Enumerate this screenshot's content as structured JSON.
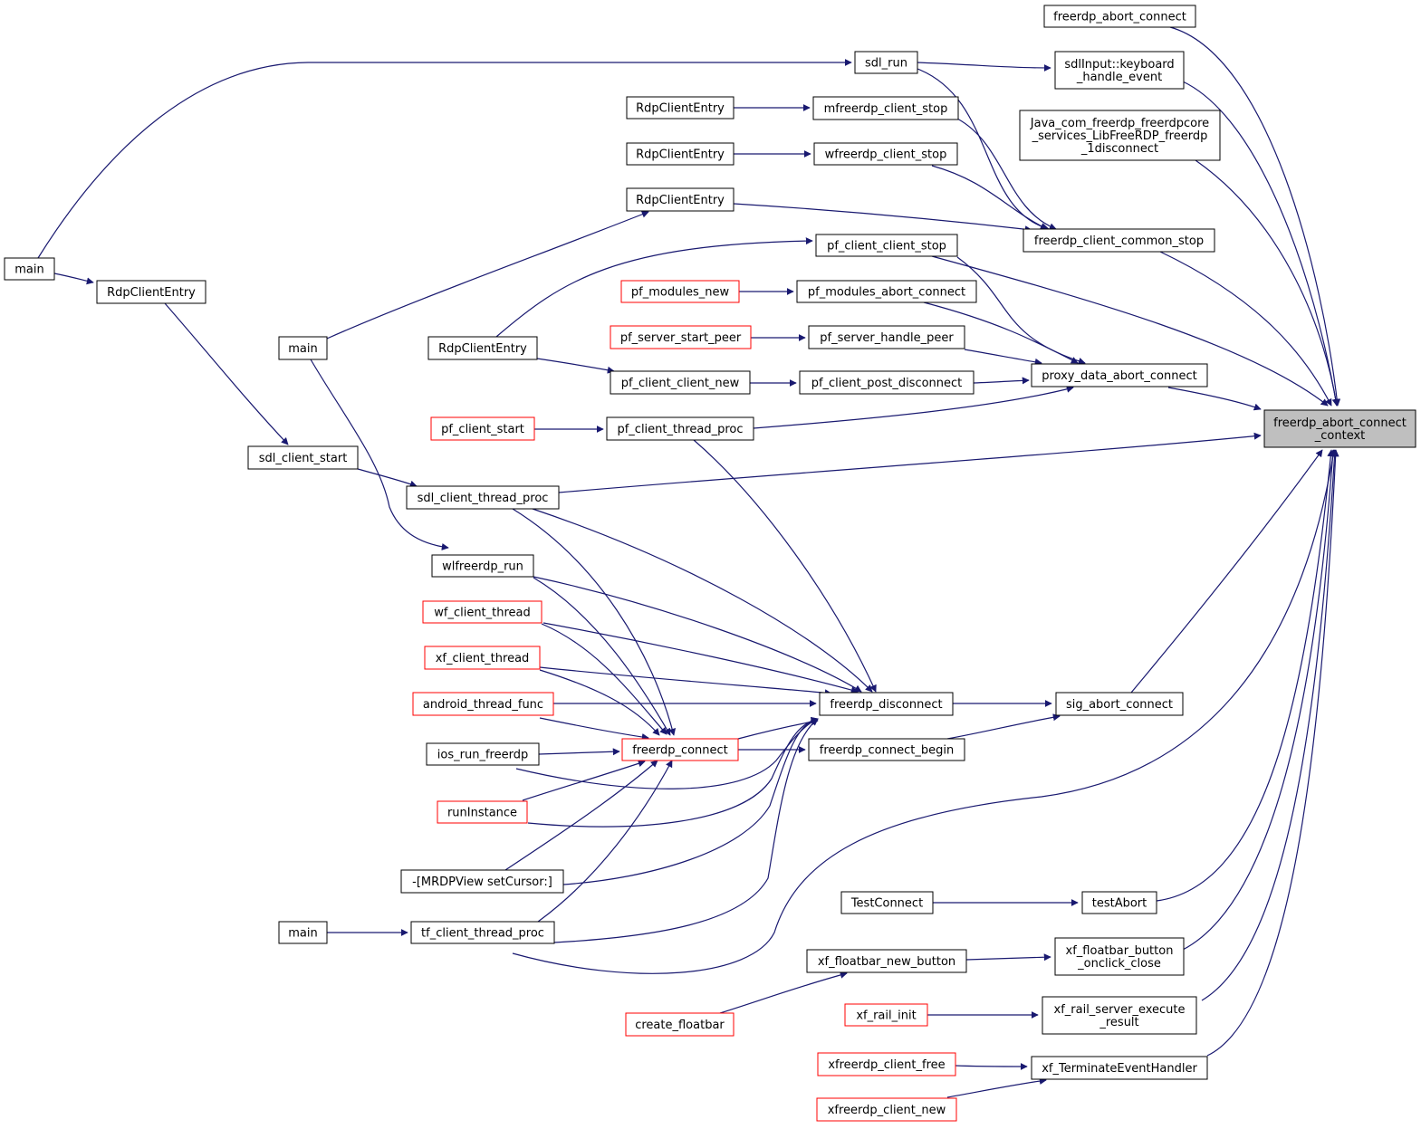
{
  "title": "freerdp_abort_connect_context",
  "colors": {
    "edge": "#191970",
    "node_border": "#000000",
    "node_border_incomplete": "#ff0000",
    "current_node_fill": "#bfbfbf"
  },
  "nodes": {
    "n_target": {
      "lines": [
        "freerdp_abort_connect",
        "_context"
      ],
      "style": "current"
    },
    "n_fac": {
      "lines": [
        "freerdp_abort_connect"
      ],
      "style": "normal"
    },
    "n_kbd": {
      "lines": [
        "sdlInput::keyboard",
        "_handle_event"
      ],
      "style": "normal"
    },
    "n_java": {
      "lines": [
        "Java_com_freerdp_freerdpcore",
        "_services_LibFreeRDP_freerdp",
        "_1disconnect"
      ],
      "style": "normal"
    },
    "n_common_stop": {
      "lines": [
        "freerdp_client_common_stop"
      ],
      "style": "normal"
    },
    "n_proxy": {
      "lines": [
        "proxy_data_abort_connect"
      ],
      "style": "normal"
    },
    "n_sig": {
      "lines": [
        "sig_abort_connect"
      ],
      "style": "normal"
    },
    "n_testabort": {
      "lines": [
        "testAbort"
      ],
      "style": "normal"
    },
    "n_fb_close": {
      "lines": [
        "xf_floatbar_button",
        "_onclick_close"
      ],
      "style": "normal"
    },
    "n_rail_exec": {
      "lines": [
        "xf_rail_server_execute",
        "_result"
      ],
      "style": "normal"
    },
    "n_terminate": {
      "lines": [
        "xf_TerminateEventHandler"
      ],
      "style": "normal"
    },
    "n_sdl_run": {
      "lines": [
        "sdl_run"
      ],
      "style": "normal"
    },
    "n_mf_stop": {
      "lines": [
        "mfreerdp_client_stop"
      ],
      "style": "normal"
    },
    "n_wf_stop": {
      "lines": [
        "wfreerdp_client_stop"
      ],
      "style": "normal"
    },
    "n_pf_cc_stop": {
      "lines": [
        "pf_client_client_stop"
      ],
      "style": "normal"
    },
    "n_pf_mod_abort": {
      "lines": [
        "pf_modules_abort_connect"
      ],
      "style": "normal"
    },
    "n_pf_srv_handle": {
      "lines": [
        "pf_server_handle_peer"
      ],
      "style": "normal"
    },
    "n_pf_post_disc": {
      "lines": [
        "pf_client_post_disconnect"
      ],
      "style": "normal"
    },
    "n_fdisconnect": {
      "lines": [
        "freerdp_disconnect"
      ],
      "style": "normal"
    },
    "n_fconnect_begin": {
      "lines": [
        "freerdp_connect_begin"
      ],
      "style": "normal"
    },
    "n_testconnect": {
      "lines": [
        "TestConnect"
      ],
      "style": "normal"
    },
    "n_fb_new_btn": {
      "lines": [
        "xf_floatbar_new_button"
      ],
      "style": "normal"
    },
    "n_rail_init": {
      "lines": [
        "xf_rail_init"
      ],
      "style": "incomplete"
    },
    "n_xf_free": {
      "lines": [
        "xfreerdp_client_free"
      ],
      "style": "incomplete"
    },
    "n_xf_new": {
      "lines": [
        "xfreerdp_client_new"
      ],
      "style": "incomplete"
    },
    "n_rce1": {
      "lines": [
        "RdpClientEntry"
      ],
      "style": "normal"
    },
    "n_rce2": {
      "lines": [
        "RdpClientEntry"
      ],
      "style": "normal"
    },
    "n_rce3": {
      "lines": [
        "RdpClientEntry"
      ],
      "style": "normal"
    },
    "n_pf_mod_new": {
      "lines": [
        "pf_modules_new"
      ],
      "style": "incomplete"
    },
    "n_pf_srv_start": {
      "lines": [
        "pf_server_start_peer"
      ],
      "style": "incomplete"
    },
    "n_pf_cc_new": {
      "lines": [
        "pf_client_client_new"
      ],
      "style": "normal"
    },
    "n_pf_thread": {
      "lines": [
        "pf_client_thread_proc"
      ],
      "style": "normal"
    },
    "n_fconnect": {
      "lines": [
        "freerdp_connect"
      ],
      "style": "incomplete"
    },
    "n_create_fb": {
      "lines": [
        "create_floatbar"
      ],
      "style": "incomplete"
    },
    "n_rce_mid": {
      "lines": [
        "RdpClientEntry"
      ],
      "style": "normal"
    },
    "n_pf_cstart": {
      "lines": [
        "pf_client_start"
      ],
      "style": "incomplete"
    },
    "n_sdl_thread": {
      "lines": [
        "sdl_client_thread_proc"
      ],
      "style": "normal"
    },
    "n_wl_run": {
      "lines": [
        "wlfreerdp_run"
      ],
      "style": "normal"
    },
    "n_wf_thread": {
      "lines": [
        "wf_client_thread"
      ],
      "style": "incomplete"
    },
    "n_xf_thread": {
      "lines": [
        "xf_client_thread"
      ],
      "style": "incomplete"
    },
    "n_android": {
      "lines": [
        "android_thread_func"
      ],
      "style": "incomplete"
    },
    "n_ios": {
      "lines": [
        "ios_run_freerdp"
      ],
      "style": "normal"
    },
    "n_runinst": {
      "lines": [
        "runInstance"
      ],
      "style": "incomplete"
    },
    "n_mrdp": {
      "lines": [
        "-[MRDPView setCursor:]"
      ],
      "style": "normal"
    },
    "n_tf_thread": {
      "lines": [
        "tf_client_thread_proc"
      ],
      "style": "normal"
    },
    "n_main_mid": {
      "lines": [
        "main"
      ],
      "style": "normal"
    },
    "n_main_bot": {
      "lines": [
        "main"
      ],
      "style": "normal"
    },
    "n_sdl_start": {
      "lines": [
        "sdl_client_start"
      ],
      "style": "normal"
    },
    "n_rce_left": {
      "lines": [
        "RdpClientEntry"
      ],
      "style": "normal"
    },
    "n_main_left": {
      "lines": [
        "main"
      ],
      "style": "normal"
    }
  }
}
